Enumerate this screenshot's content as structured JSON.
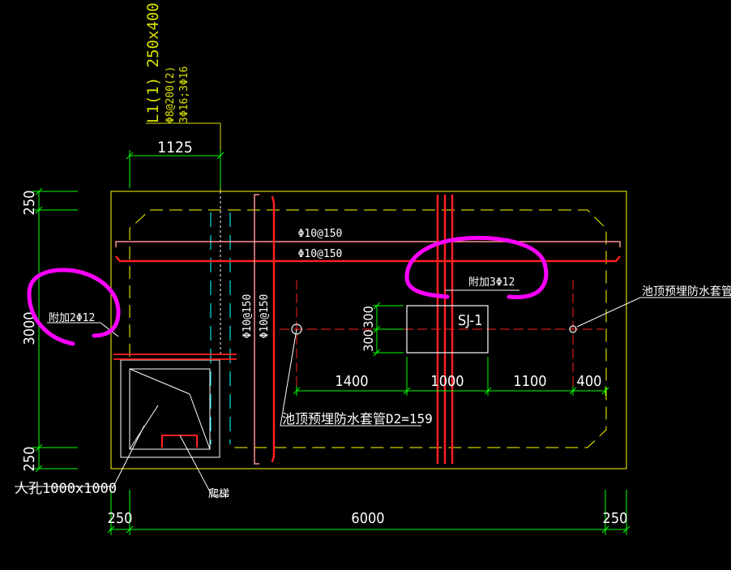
{
  "beam_label": {
    "line1": "L1(1) 250x400",
    "line2": "Φ8@200(2)",
    "line3": "3Φ16;3Φ16"
  },
  "dims": {
    "top_1125": "1125",
    "left_250_top": "250",
    "left_3000": "3000",
    "left_250_bottom": "250",
    "bottom_250_left": "250",
    "bottom_6000": "6000",
    "bottom_250_right": "250",
    "row_1400": "1400",
    "row_1000": "1000",
    "row_1100": "1100",
    "row_400": "400",
    "sj_300_a": "300",
    "sj_300_b": "300"
  },
  "rebar": {
    "h1": "Φ10@150",
    "h2": "Φ10@150",
    "v1": "Φ10@150",
    "v2": "Φ10@150",
    "extra_left": "附加2Φ12",
    "extra_top": "附加3Φ12"
  },
  "labels": {
    "sj": "SJ-1",
    "pipe_left": "池顶预埋防水套管D2=159",
    "pipe_right": "池顶预埋防水套管D",
    "manhole": "人孔1000x1000",
    "ladder": "爬梯"
  },
  "colors": {
    "background": "#000000",
    "outline": "#ffff00",
    "dimension": "#00ff00",
    "rebar": "#ff2020",
    "text": "#ffffff",
    "cyan": "#00e5e5",
    "annotation": "#ff00ff",
    "beam_text": "#d8e000"
  }
}
